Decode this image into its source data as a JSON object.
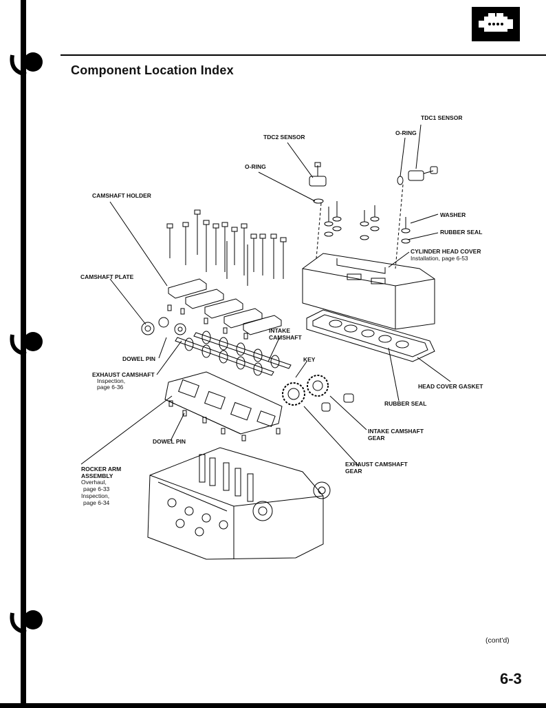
{
  "page": {
    "title": "Component Location Index",
    "contd": "(cont'd)",
    "page_number": "6-3",
    "tab_icon": "engine-icon"
  },
  "labels": {
    "tdc1_sensor": "TDC1 SENSOR",
    "o_ring_right": "O-RING",
    "tdc2_sensor": "TDC2 SENSOR",
    "o_ring_left": "O-RING",
    "camshaft_holder": "CAMSHAFT HOLDER",
    "washer": "WASHER",
    "rubber_seal_top": "RUBBER SEAL",
    "cylinder_head_cover": "CYLINDER HEAD COVER",
    "cylinder_head_cover_ref": "Installation, page 6-53",
    "camshaft_plate": "CAMSHAFT PLATE",
    "intake_camshaft_1": "INTAKE",
    "intake_camshaft_2": "CAMSHAFT",
    "key": "KEY",
    "dowel_pin_upper": "DOWEL PIN",
    "exhaust_camshaft": "EXHAUST CAMSHAFT",
    "exhaust_camshaft_ref1": "Inspection,",
    "exhaust_camshaft_ref2": "page 6-36",
    "head_cover_gasket": "HEAD COVER GASKET",
    "rubber_seal_bottom": "RUBBER SEAL",
    "intake_camshaft_gear_1": "INTAKE CAMSHAFT",
    "intake_camshaft_gear_2": "GEAR",
    "dowel_pin_lower": "DOWEL PIN",
    "exhaust_camshaft_gear_1": "EXHAUST CAMSHAFT",
    "exhaust_camshaft_gear_2": "GEAR",
    "rocker_arm_1": "ROCKER ARM",
    "rocker_arm_2": "ASSEMBLY",
    "rocker_arm_ref1": "Overhaul,",
    "rocker_arm_ref2": "page 6-33",
    "rocker_arm_ref3": "Inspection,",
    "rocker_arm_ref4": "page 6-34"
  }
}
